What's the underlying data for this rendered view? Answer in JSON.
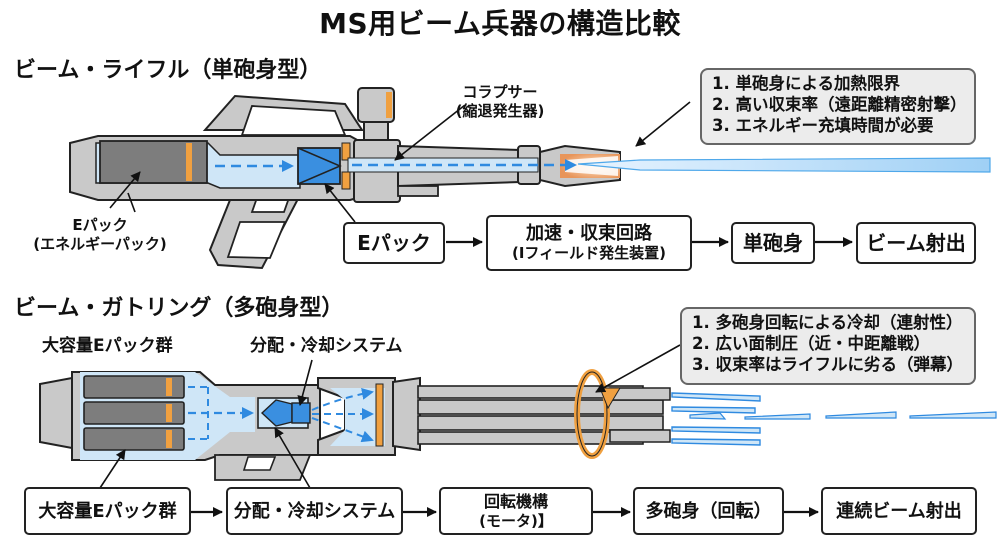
{
  "title": "MS用ビーム兵器の構造比較",
  "rifle": {
    "section_title": "ビーム・ライフル（単砲身型）",
    "labels": {
      "collapser_line1": "コラプサー",
      "collapser_line2": "(縮退発生器)",
      "epack_line1": "Eパック",
      "epack_line2": "(エネルギーパック)"
    },
    "callout": [
      "1. 単砲身による加熱限界",
      "2. 高い収束率（遠距離精密射撃）",
      "3. エネルギー充填時間が必要"
    ],
    "flow": [
      {
        "line1": "Eパック",
        "line2": ""
      },
      {
        "line1": "加速・収束回路",
        "line2": "(Iフィールド発生装置)"
      },
      {
        "line1": "単砲身",
        "line2": ""
      },
      {
        "line1": "ビーム射出",
        "line2": ""
      }
    ]
  },
  "gatling": {
    "section_title": "ビーム・ガトリング（多砲身型）",
    "labels": {
      "epack_group": "大容量Eパック群",
      "distribution": "分配・冷却システム"
    },
    "callout": [
      "1. 多砲身回転による冷却（連射性）",
      "2. 広い面制圧（近・中距離戦）",
      "3. 収束率はライフルに劣る（弾幕）"
    ],
    "flow": [
      {
        "line1": "大容量Eパック群",
        "line2": ""
      },
      {
        "line1": "分配・冷却システム",
        "line2": ""
      },
      {
        "line1": "回転機構",
        "line2": "(モータ)】"
      },
      {
        "line1": "多砲身（回転）",
        "line2": ""
      },
      {
        "line1": "連続ビーム射出",
        "line2": ""
      }
    ]
  },
  "colors": {
    "body_gray": "#c9c9c9",
    "dark_gray": "#7d7d7d",
    "energy_blue": "#cfe6f7",
    "accent_blue": "#3a8fe0",
    "orange": "#f0a040",
    "outline": "#222222",
    "callout_bg": "#ececec"
  }
}
